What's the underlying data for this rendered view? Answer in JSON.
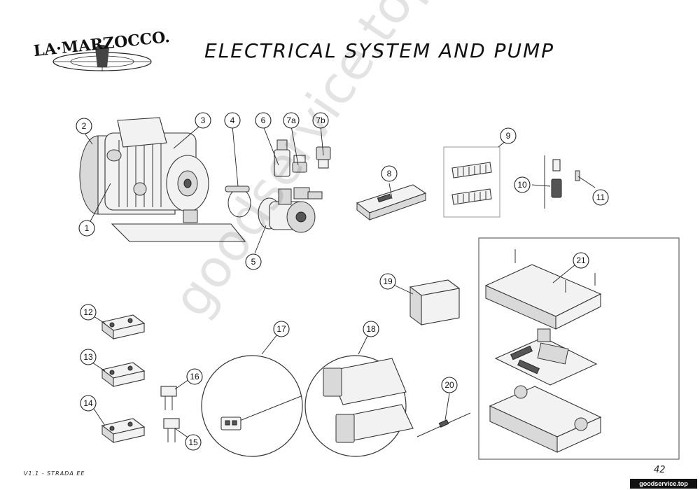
{
  "brand": {
    "name": "LA·MARZOCCO."
  },
  "page": {
    "title": "ELECTRICAL SYSTEM AND PUMP",
    "footer_left": "V1.1 - STRADA EE",
    "page_number": "42"
  },
  "watermark": "goodservice.top",
  "badge": "goodservice.top",
  "callouts": [
    "1",
    "2",
    "3",
    "4",
    "5",
    "6",
    "7a",
    "7b",
    "8",
    "9",
    "10",
    "11",
    "12",
    "13",
    "14",
    "15",
    "16",
    "17",
    "18",
    "19",
    "20",
    "21"
  ]
}
